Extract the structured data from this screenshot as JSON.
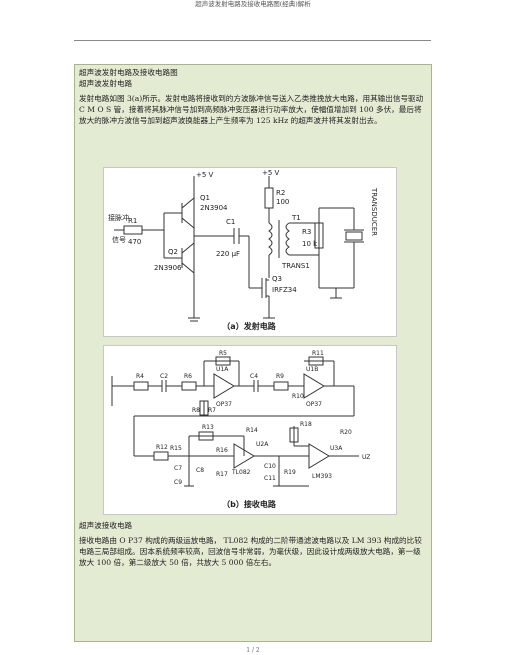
{
  "header": {
    "title": "超声波发射电路及接收电路图(经典)解析"
  },
  "content": {
    "title1": "超声波发射电路及接收电路图",
    "title2": "超声波发射电路",
    "para1": "发射电路如图 3(a)所示。发射电路将接收到的方波脉冲信号送入乙类推挽放大电路，用其输出信号驱动 C M O S 管，接着将其脉冲信号加到高频脉冲变压器进行功率放大，使幅值增加到 100 多伏，最后将放大的脉冲方波信号加到超声波换能器上产生频率为 125 kHz 的超声波并将其发射出去。",
    "figure_a": {
      "caption": "（a）发射电路",
      "labels": {
        "vcc1": "+5 V",
        "q1": "Q1",
        "q1_part": "2N3904",
        "input_label_1": "接脉冲",
        "input_label_2": "信号",
        "r1": "R1",
        "r1_val": "470",
        "q2": "Q2",
        "q2_part": "2N3906",
        "c1": "C1",
        "c1_val": "220 μF",
        "vcc2": "+5 V",
        "r2": "R2",
        "r2_val": "100",
        "t1": "T1",
        "trans": "TRANS1",
        "q3": "Q3",
        "q3_part": "IRFZ34",
        "r3": "R3",
        "r3_val": "10 k",
        "transducer": "TRANSDUCER"
      }
    },
    "figure_b": {
      "caption": "（b）接收电路",
      "labels": {
        "r4": "R4",
        "c2": "C2",
        "r6": "R6",
        "r5": "R5",
        "r7": "R7",
        "r8": "R8",
        "u1a": "U1A",
        "op37_1": "OP37",
        "c4": "C4",
        "r9": "R9",
        "r10": "R10",
        "r11": "R11",
        "u1b": "U1B",
        "op37_2": "OP37",
        "r13": "R13",
        "r12": "R12",
        "r14": "R14",
        "r15": "R15",
        "r16": "R16",
        "r17": "R17",
        "c7": "C7",
        "c8": "C8",
        "c9": "C9",
        "u2a": "U2A",
        "tl082": "TL082",
        "r18": "R18",
        "r19": "R19",
        "u3a": "U3A",
        "lm393": "LM393",
        "c10": "C10",
        "c11": "C11",
        "uz": "UZ",
        "r20": "R20"
      }
    },
    "section_title": "超声波接收电路",
    "para2": "接收电路由 O P37 构成的两级运放电路， TL082 构成的二阶带通滤波电路以及 LM 393 构成的比较电路三局部组成。因本系统频率较高，回波信号非常弱，为毫伏级，因此设计成两级放大电路，第一级放大 100 倍，第二级放大 50 倍，共放大 5 000 倍左右。"
  },
  "footer": {
    "page": "1 / 2"
  }
}
